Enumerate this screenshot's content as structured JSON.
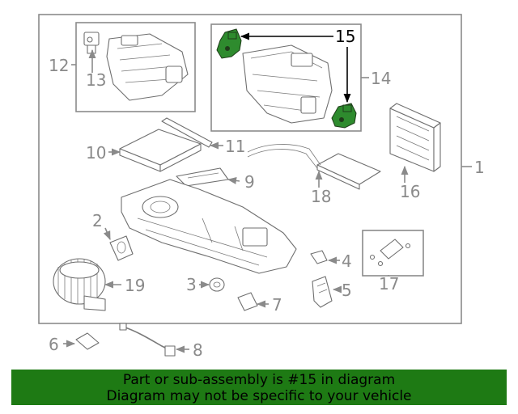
{
  "callouts": {
    "c1": "1",
    "c2": "2",
    "c3": "3",
    "c4": "4",
    "c5": "5",
    "c6": "6",
    "c7": "7",
    "c8": "8",
    "c9": "9",
    "c10": "10",
    "c11": "11",
    "c12": "12",
    "c13": "13",
    "c14": "14",
    "c15": "15",
    "c16": "16",
    "c17": "17",
    "c18": "18",
    "c19": "19"
  },
  "highlight_color": "#2e8b2e",
  "banner": {
    "line1": "Part or sub-assembly is #15 in diagram",
    "line2": "Diagram may not be specific to your vehicle",
    "background": "#1e7a14"
  }
}
